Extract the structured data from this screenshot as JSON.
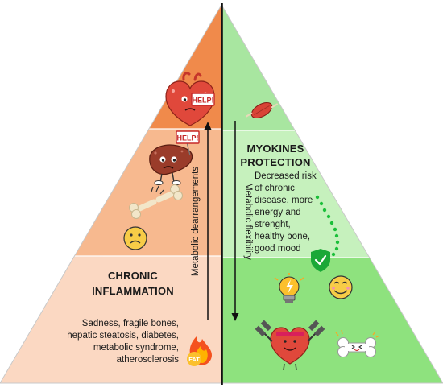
{
  "left": {
    "heading_line1": "CHRONIC",
    "heading_line2": "INFLAMMATION",
    "description_lines": [
      "Sadness, fragile bones,",
      "hepatic steatosis, diabetes,",
      "metabolic syndrome,",
      "atherosclerosis"
    ],
    "axis_label": "Metabolic dearrangements"
  },
  "right": {
    "heading_line1": "MYOKINES",
    "heading_line2": "PROTECTION",
    "description_lines": [
      "Decreased risk",
      "of chronic",
      "disease, more",
      "energy and",
      "strenght,",
      "healthy bone,",
      "good mood"
    ],
    "axis_label": "Metabolic flexibility"
  },
  "badges": {
    "help_heart": "HELP!",
    "help_liver": "HELP!",
    "fat": "FAT"
  },
  "colors": {
    "left_top": "#f08a4b",
    "left_mid": "#f7b98f",
    "left_bottom": "#fbd8c2",
    "right_top": "#a8e6a0",
    "right_mid": "#c6f1bd",
    "right_bottom": "#8ee27e",
    "divider": "#111111"
  },
  "icons": [
    "heart-help-icon",
    "liver-help-icon",
    "broken-bone-icon",
    "sad-face-icon",
    "fat-flame-icon",
    "muscle-icon",
    "dotted-path-icon",
    "shield-check-icon",
    "lightbulb-icon",
    "smile-face-icon",
    "heart-dumbbells-icon",
    "happy-bone-icon"
  ]
}
